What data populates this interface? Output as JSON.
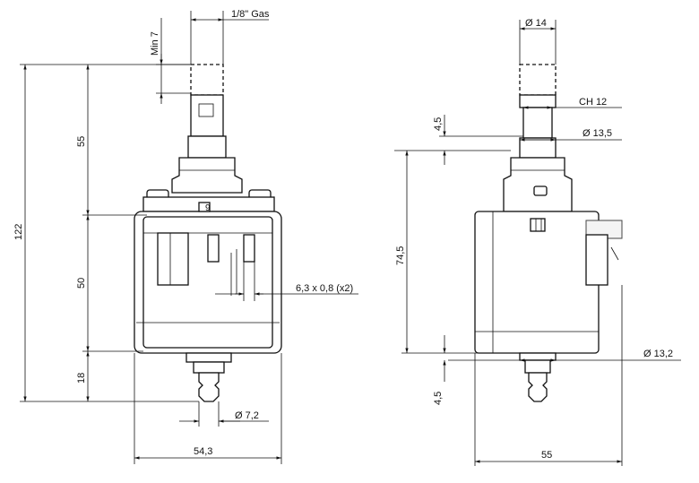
{
  "drawing": {
    "front_view": {
      "dims": {
        "thread": "1/8\" Gas",
        "min_len": "Min 7",
        "total_height": "122",
        "upper_height": "55",
        "mid_height": "50",
        "lower_height": "18",
        "terminals": "6,3  x 0,8 (x2)",
        "outlet_diam": "Ø 7,2",
        "width": "54,3",
        "mark": "9"
      }
    },
    "side_view": {
      "dims": {
        "diam_top": "Ø  14",
        "hex": "CH  12",
        "offset_top": "4,5",
        "diam_neck": "Ø  13,5",
        "body_height": "74,5",
        "diam_bottom": "Ø  13,2",
        "offset_bottom": "4,5",
        "width": "55"
      }
    }
  }
}
